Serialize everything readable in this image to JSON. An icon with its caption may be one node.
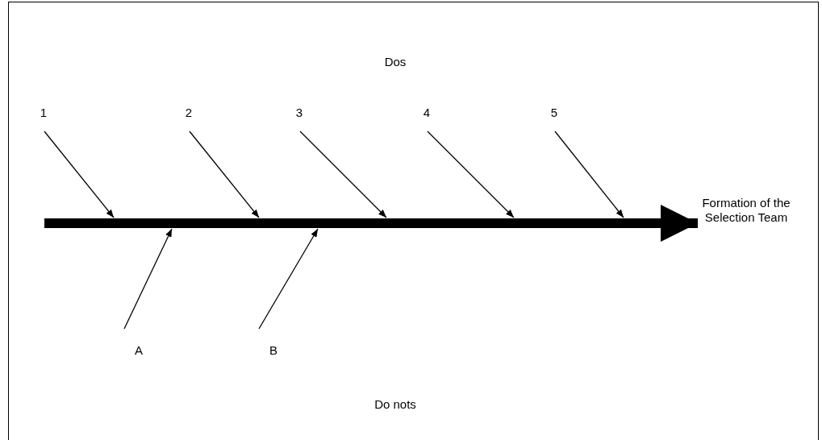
{
  "diagram": {
    "nodes": [
      {
        "text": [
          "1"
        ]
      },
      {
        "text": [
          "2"
        ]
      },
      {
        "text": [
          "3"
        ]
      },
      {
        "text": [
          "4"
        ]
      },
      {
        "text": [
          "5"
        ]
      },
      {
        "text": [
          "Formation of the Selection Team"
        ]
      },
      {
        "text": [
          "A"
        ]
      },
      {
        "text": [
          "B"
        ]
      }
    ],
    "edges": [
      {
        "from": null,
        "to": 5,
        "arrow": "to",
        "style": "thick"
      },
      {
        "from": 0,
        "to": null,
        "arrow": "to"
      },
      {
        "from": 1,
        "to": null,
        "arrow": "to"
      },
      {
        "from": 2,
        "to": null,
        "arrow": "to"
      },
      {
        "from": 3,
        "to": null,
        "arrow": "to"
      },
      {
        "from": 4,
        "to": null,
        "arrow": "to"
      },
      {
        "from": 6,
        "to": null,
        "arrow": "to"
      },
      {
        "from": 7,
        "to": null,
        "arrow": "to"
      }
    ],
    "labels": [
      "Dos",
      "Do nots"
    ]
  }
}
